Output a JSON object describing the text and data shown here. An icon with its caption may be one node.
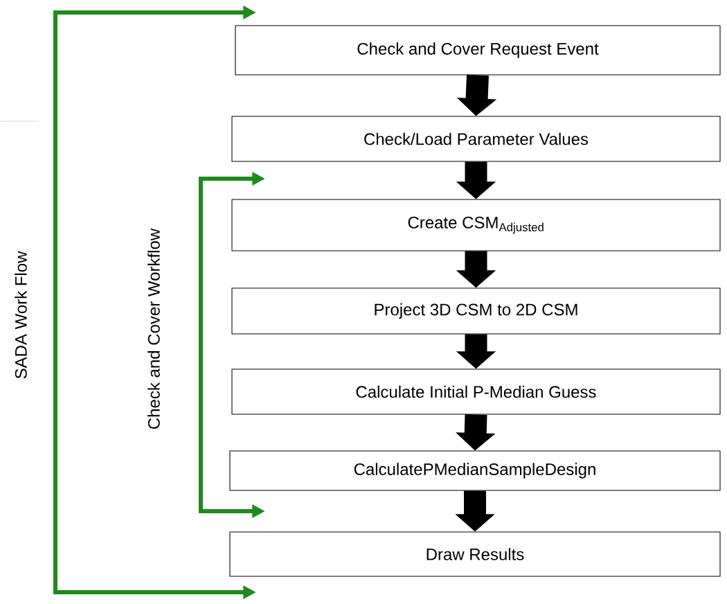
{
  "diagram": {
    "nodes": [
      {
        "text": [
          "Check and Cover Request Event"
        ]
      },
      {
        "text": [
          "Check/Load Parameter Values"
        ]
      },
      {
        "text": [
          "Create CSM$_{Adjusted}$"
        ]
      },
      {
        "text": [
          "Project 3D CSM to 2D CSM"
        ]
      },
      {
        "text": [
          "Calculate Initial P-Median Guess"
        ]
      },
      {
        "text": [
          "CalculatePMedianSampleDesign"
        ]
      },
      {
        "text": [
          "Draw Results"
        ]
      }
    ],
    "edges": [
      {
        "from": 0,
        "to": 1,
        "arrow": "to"
      },
      {
        "from": 1,
        "to": 2,
        "arrow": "to"
      },
      {
        "from": 2,
        "to": 3,
        "arrow": "to"
      },
      {
        "from": 3,
        "to": 4,
        "arrow": "to"
      },
      {
        "from": 4,
        "to": 5,
        "arrow": "to"
      },
      {
        "from": 5,
        "to": 6,
        "arrow": "to"
      }
    ],
    "labels": [
      "SADA Work Flow",
      "Check and Cover Workflow"
    ]
  }
}
